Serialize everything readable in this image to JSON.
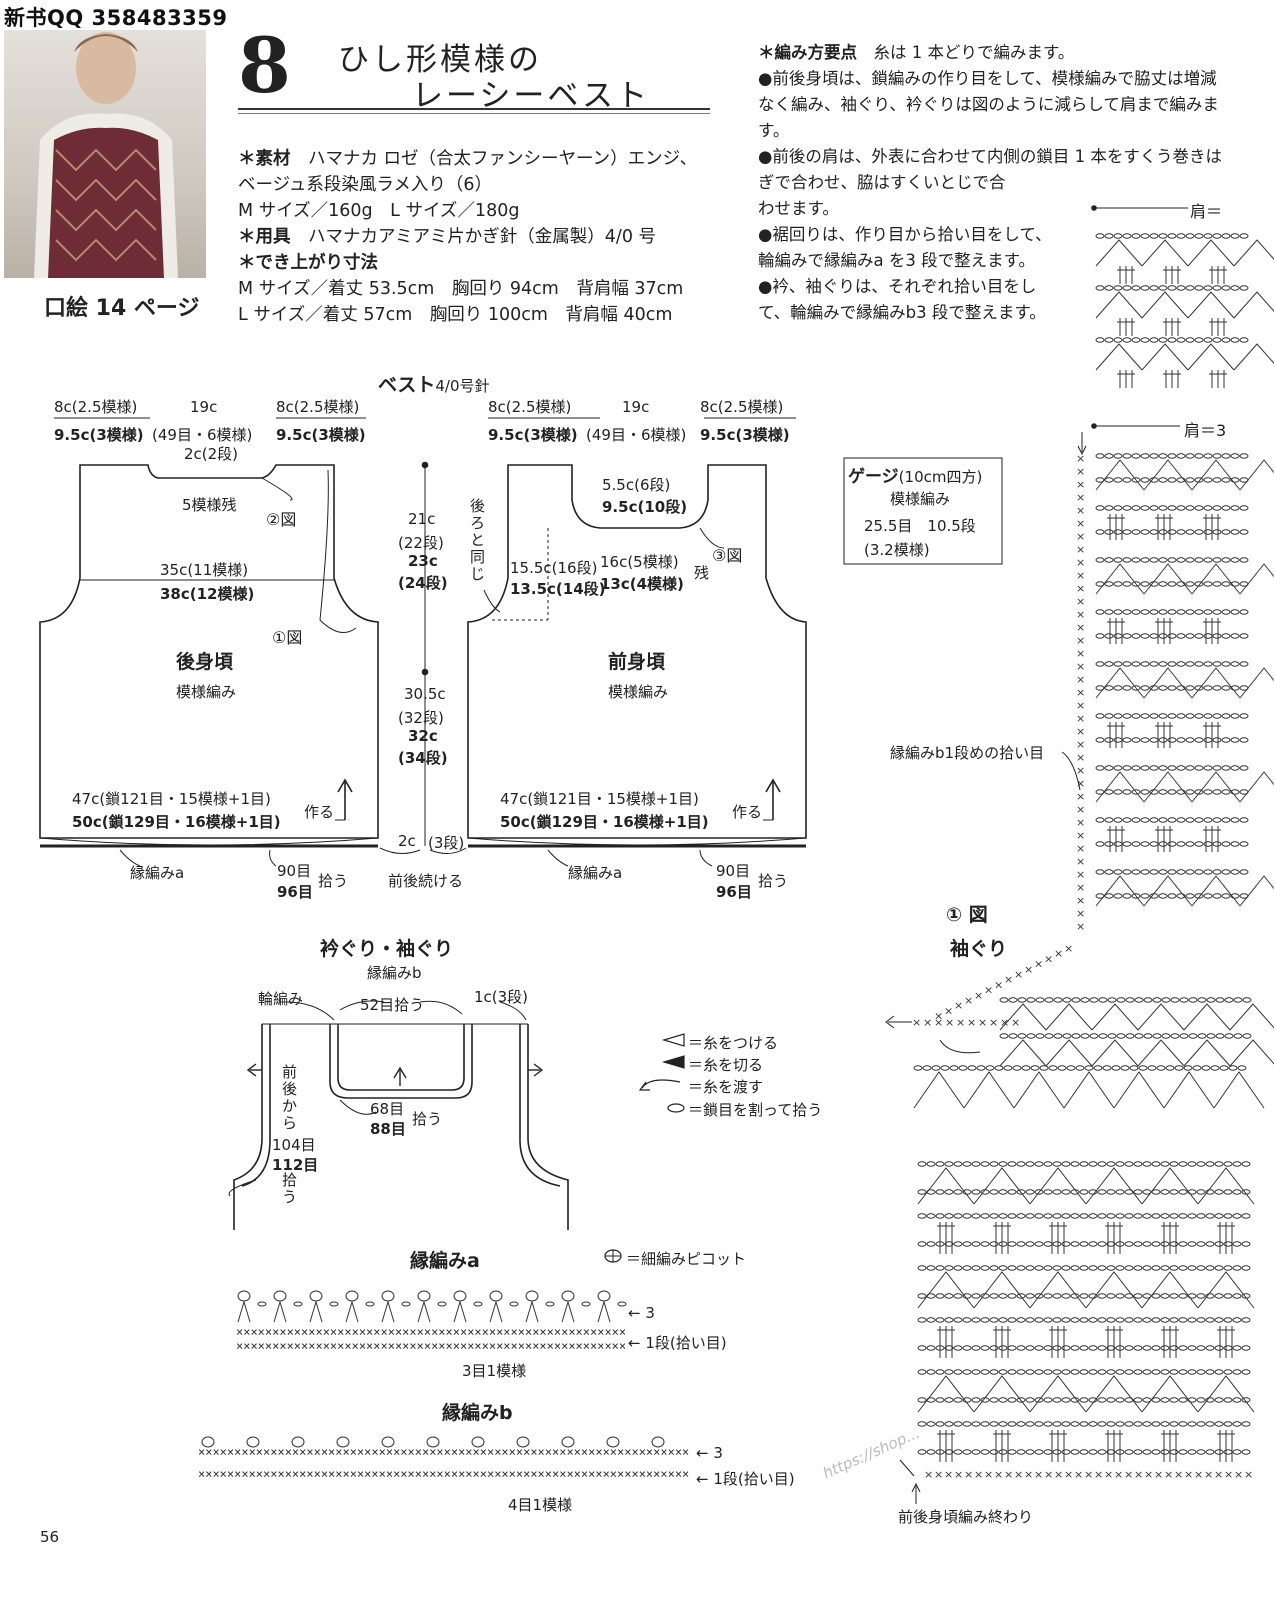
{
  "watermark": "新书QQ 358483359",
  "photo_caption": "口絵 14 ページ",
  "title": {
    "number": "8",
    "line1": "ひし形模様の",
    "line2": "レーシーベスト"
  },
  "materials": {
    "line1_label": "＊素材",
    "line1_text": "ハマナカ ロゼ（合太ファンシーヤーン）エンジ、",
    "line2": "ベージュ系段染風ラメ入り（6）",
    "line3": "M サイズ／160g　L サイズ／180g",
    "line4_label": "＊用具",
    "line4_text": "ハマナカアミアミ片かぎ針（金属製）4/0 号",
    "line5_label": "＊でき上がり寸法",
    "line6": "M サイズ／着丈 53.5cm　胸回り 94cm　背肩幅 37cm",
    "line7": "L サイズ／着丈 57cm　胸回り 100cm　背肩幅 40cm"
  },
  "guide": {
    "heading": "＊編み方要点",
    "heading_text": "糸は 1 本どりで編みます。",
    "p1": "●前後身頃は、鎖編みの作り目をして、模様編みで脇丈は増減なく編み、袖ぐり、衿ぐりは図のように減らして肩まで編みます。",
    "p2a": "●前後の肩は、外表に合わせて内側の鎖目 1 本をすくう巻きはぎで合わせ、脇はすくいとじで合",
    "p2b": "わせます。",
    "p3a": "●裾回りは、作り目から拾い目をして、",
    "p3b": "輪編みで縁編みa を3 段で整えます。",
    "p4a": "●衿、袖ぐりは、それぞれ拾い目をし",
    "p4b": "て、輪編みで縁編みb3 段で整えます。"
  },
  "vest": {
    "title": "ベスト",
    "needle": "4/0号針",
    "back": {
      "shoulder_m": "8c(2.5模様)",
      "shoulder_l": "9.5c(3模様)",
      "neck_m": "19c",
      "neck_l": "(49目・6模様)",
      "neck_depth": "2c(2段)",
      "neck_rest": "5模様残",
      "fig2": "②図",
      "chest_m": "35c(11模様)",
      "chest_l": "38c(12模様)",
      "fig1": "①図",
      "name": "後身頃",
      "pattern": "模様編み",
      "hem_m": "47c(鎖121目・15模様+1目)",
      "hem_l": "50c(鎖129目・16模様+1目)",
      "make": "作る",
      "edging": "縁編みa",
      "pick_m": "90目",
      "pick_l": "96目",
      "pick": "拾う"
    },
    "center": {
      "upper_m": "21c",
      "upper_m_rows": "(22段)",
      "upper_l": "23c",
      "upper_l_rows": "(24段)",
      "lower_m": "30.5c",
      "lower_m_rows": "(32段)",
      "lower_l": "32c",
      "lower_l_rows": "(34段)",
      "edge": "2c",
      "edge_rows": "(3段)",
      "continue": "前後続ける"
    },
    "front": {
      "shoulder_m": "8c(2.5模様)",
      "shoulder_l": "9.5c(3模様)",
      "neck_m": "19c",
      "neck_l": "(49目・6模様)",
      "same_as_back": "後ろと同じ",
      "neck_depth_m": "5.5c(6段)",
      "neck_depth_l": "9.5c(10段)",
      "side_m": "15.5c(16段)",
      "side_l": "13.5c(14段)",
      "neck_w_m": "16c(5模様)",
      "neck_w_l": "13c(4模様)",
      "rest": "残",
      "fig3": "③図",
      "name": "前身頃",
      "pattern": "模様編み",
      "hem_m": "47c(鎖121目・15模様+1目)",
      "hem_l": "50c(鎖129目・16模様+1目)",
      "make": "作る",
      "edging": "縁編みa",
      "pick_m": "90目",
      "pick_l": "96目",
      "pick": "拾う"
    }
  },
  "gauge": {
    "title": "ゲージ",
    "size": "(10cm四方)",
    "pattern": "模様編み",
    "values": "25.5目　10.5段",
    "repeat": "(3.2模様)"
  },
  "neck_armhole": {
    "title": "衿ぐり・袖ぐり",
    "subtitle": "縁編みb",
    "round": "輪編み",
    "neck_pick": "52目拾う",
    "edge": "1c(3段)",
    "front_pick_m": "68目",
    "front_pick_l": "88目",
    "front_pick": "拾う",
    "arm_from": "前後から",
    "arm_m": "104目",
    "arm_l": "112目",
    "arm_pick": "拾う"
  },
  "legend": {
    "attach": "＝糸をつける",
    "cut": "＝糸を切る",
    "carry": "＝糸を渡す",
    "split": "＝鎖目を割って拾う",
    "picot": "＝細編みピコット"
  },
  "edging_a": {
    "title": "縁編みa",
    "row3": "3",
    "row1": "1段(拾い目)",
    "repeat": "3目1模様"
  },
  "edging_b": {
    "title": "縁編みb",
    "row3": "3",
    "row1": "1段(拾い目)",
    "repeat": "4目1模様"
  },
  "chart": {
    "shoulder1": "肩＝",
    "shoulder2": "肩＝3",
    "edging_b_pick": "縁編みb1段めの拾い目",
    "fig1": "① 図",
    "armhole": "袖ぐり",
    "finish": "前後身頃編み終わり",
    "url": "https://shop..."
  },
  "page_number": "56"
}
